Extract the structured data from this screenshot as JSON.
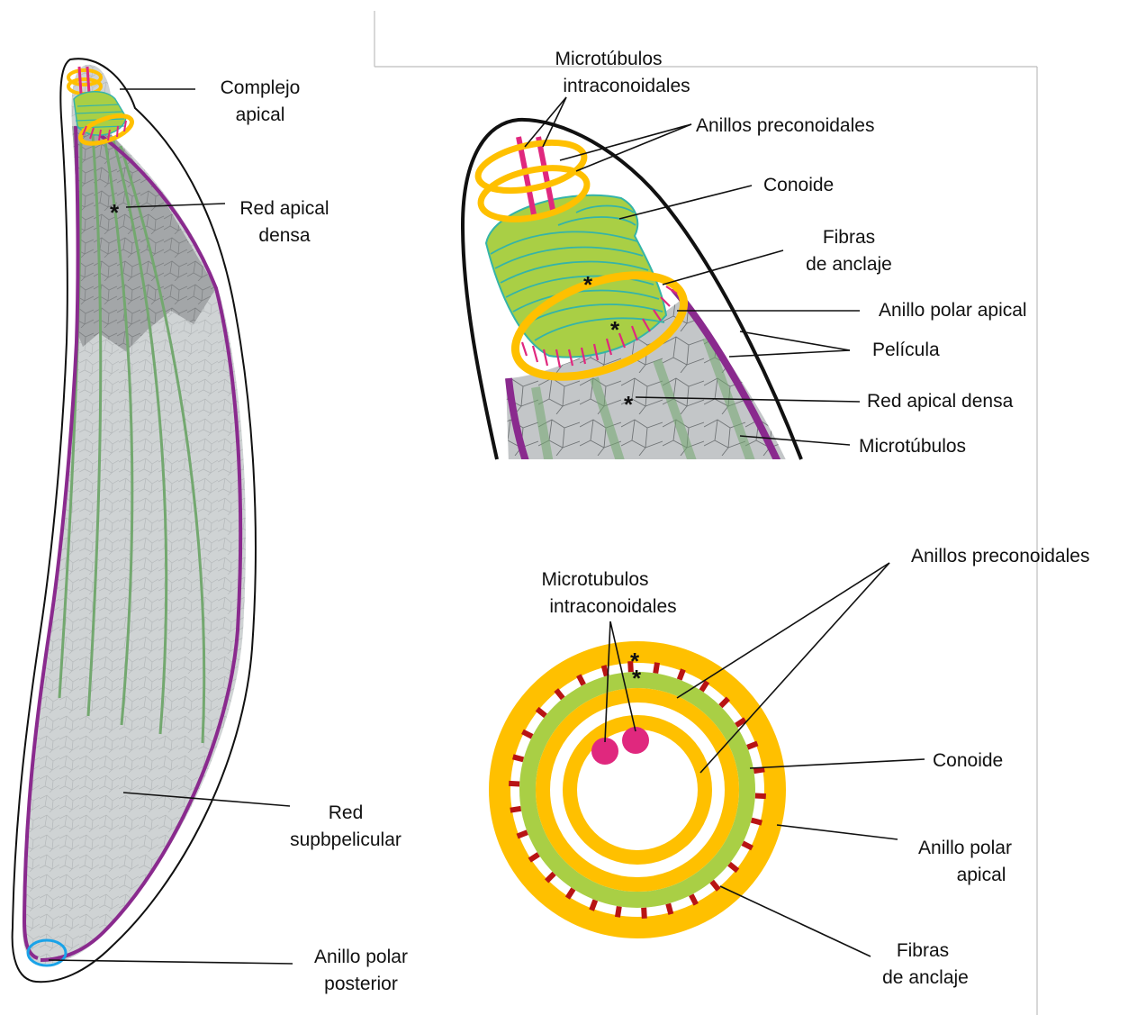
{
  "colors": {
    "membrane": "#111111",
    "pellicle": "#8a2a8e",
    "cytoplasm": "#cfd3d4",
    "dense_network": "#9a9d9f",
    "microtubule": "#73a86f",
    "conoid": "#a9cf45",
    "conoid_outline": "#35b4a8",
    "ring": "#ffc000",
    "intraconoid": "#e0287e",
    "anchoring_fibers": "#b81414",
    "posterior_ring": "#1aa3e8",
    "frame": "#bdbdbd"
  },
  "icons": {
    "asterisk": "*"
  },
  "cell": {
    "labels": {
      "complejo_apical": [
        "Complejo",
        "apical"
      ],
      "red_apical_densa": [
        "Red apical",
        "densa"
      ],
      "red_subpelicular": [
        "Red",
        "supbpelicular"
      ],
      "anillo_polar_posterior": [
        "Anillo polar",
        "posterior"
      ]
    }
  },
  "apex_detail": {
    "labels": {
      "microtubulos_intraconoidales": [
        "Microtúbulos",
        "intraconoidales"
      ],
      "anillos_preconoidales": "Anillos preconoidales",
      "conoide": "Conoide",
      "fibras_de_anclaje": [
        "Fibras",
        "de anclaje"
      ],
      "anillo_polar_apical": "Anillo polar apical",
      "peliculo": "Película",
      "red_apical_densa": "Red apical densa",
      "microtubulos": "Microtúbulos"
    }
  },
  "cross_section": {
    "labels": {
      "microtubulos_intraconoidales": [
        "Microtubulos",
        "intraconoidales"
      ],
      "anillos_preconoidales": "Anillos preconoidales",
      "conoide": "Conoide",
      "anillo_polar_apical": [
        "Anillo polar",
        "apical"
      ],
      "fibras_de_anclaje": [
        "Fibras",
        "de anclaje"
      ]
    }
  }
}
